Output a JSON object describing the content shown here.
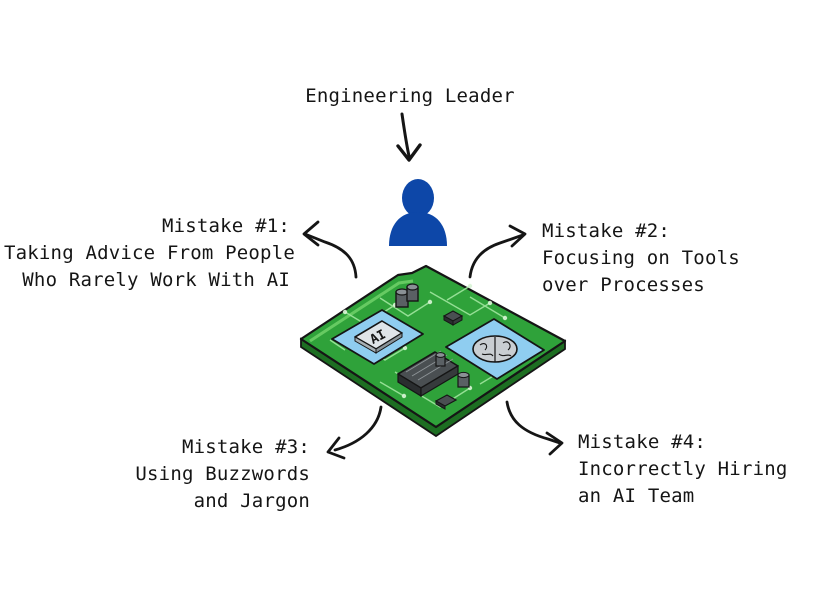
{
  "top_label": "Engineering Leader",
  "mistakes": [
    {
      "title": "Mistake #1:",
      "lines": [
        "Taking Advice From People",
        "Who Rarely Work With AI"
      ]
    },
    {
      "title": "Mistake #2:",
      "lines": [
        "Focusing on Tools",
        "over Processes"
      ]
    },
    {
      "title": "Mistake #3:",
      "lines": [
        "Using Buzzwords",
        "and Jargon"
      ]
    },
    {
      "title": "Mistake #4:",
      "lines": [
        "Incorrectly Hiring",
        "an AI Team"
      ]
    }
  ],
  "chip_label": "AI",
  "colors": {
    "person": "#0d47a8",
    "board": "#2fa23a",
    "board_edge": "#1d6e22",
    "chip_panel": "#8fcdf0",
    "ink": "#151515"
  },
  "icons": [
    "person-icon",
    "circuit-board-icon",
    "brain-icon",
    "ai-chip-icon"
  ]
}
